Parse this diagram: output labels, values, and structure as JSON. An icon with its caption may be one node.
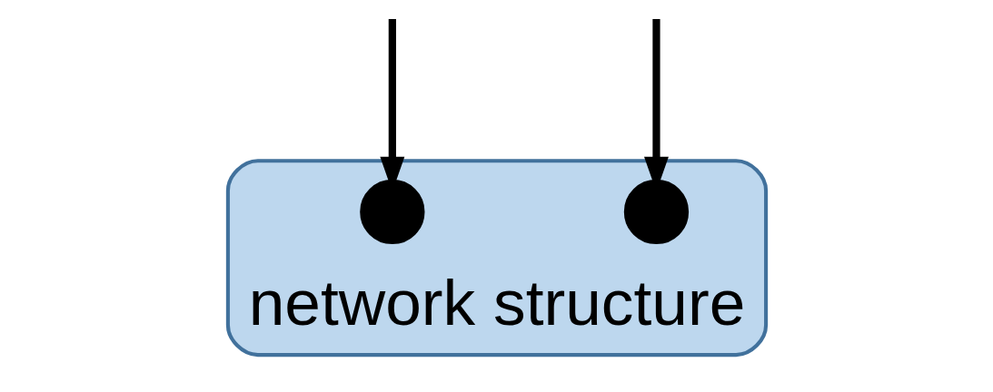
{
  "diagram": {
    "nodes": [
      {
        "text": [
          "network structure"
        ]
      },
      {
        "text": [],
        "shape": "circle",
        "in": 0
      },
      {
        "text": [],
        "shape": "circle",
        "in": 0
      }
    ],
    "edges": [
      {
        "from": null,
        "to": 1,
        "arrow": "to"
      },
      {
        "from": null,
        "to": 2,
        "arrow": "to"
      }
    ]
  }
}
